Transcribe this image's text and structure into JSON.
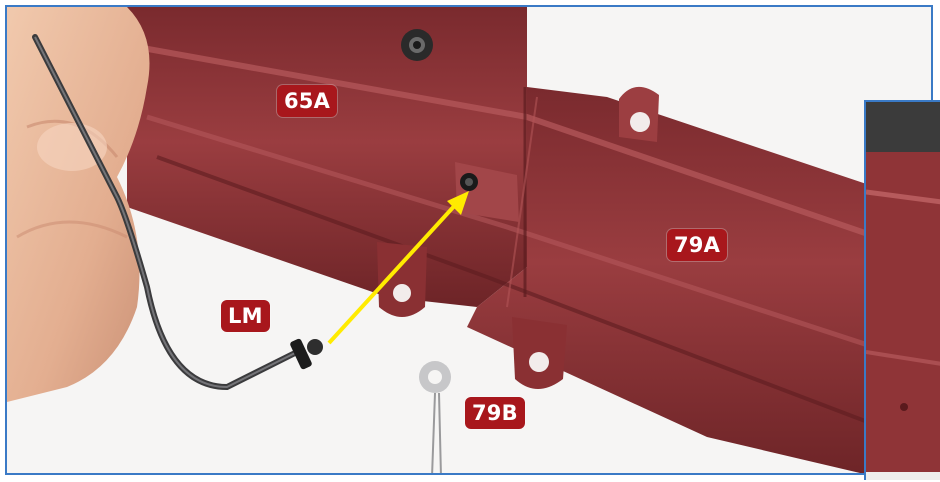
{
  "labels": {
    "part_65a": "65A",
    "part_79a": "79A",
    "part_79b": "79B",
    "tool_lm": "LM"
  },
  "colors": {
    "frame_border": "#3a7ac6",
    "label_background": "#a8171c",
    "label_text": "#ffffff",
    "part_body": "#8f3437",
    "arrow": "#ffeb00"
  },
  "icons": {
    "arrow": "yellow-arrow-icon",
    "screw": "screw-icon",
    "washer": "washer-icon"
  }
}
